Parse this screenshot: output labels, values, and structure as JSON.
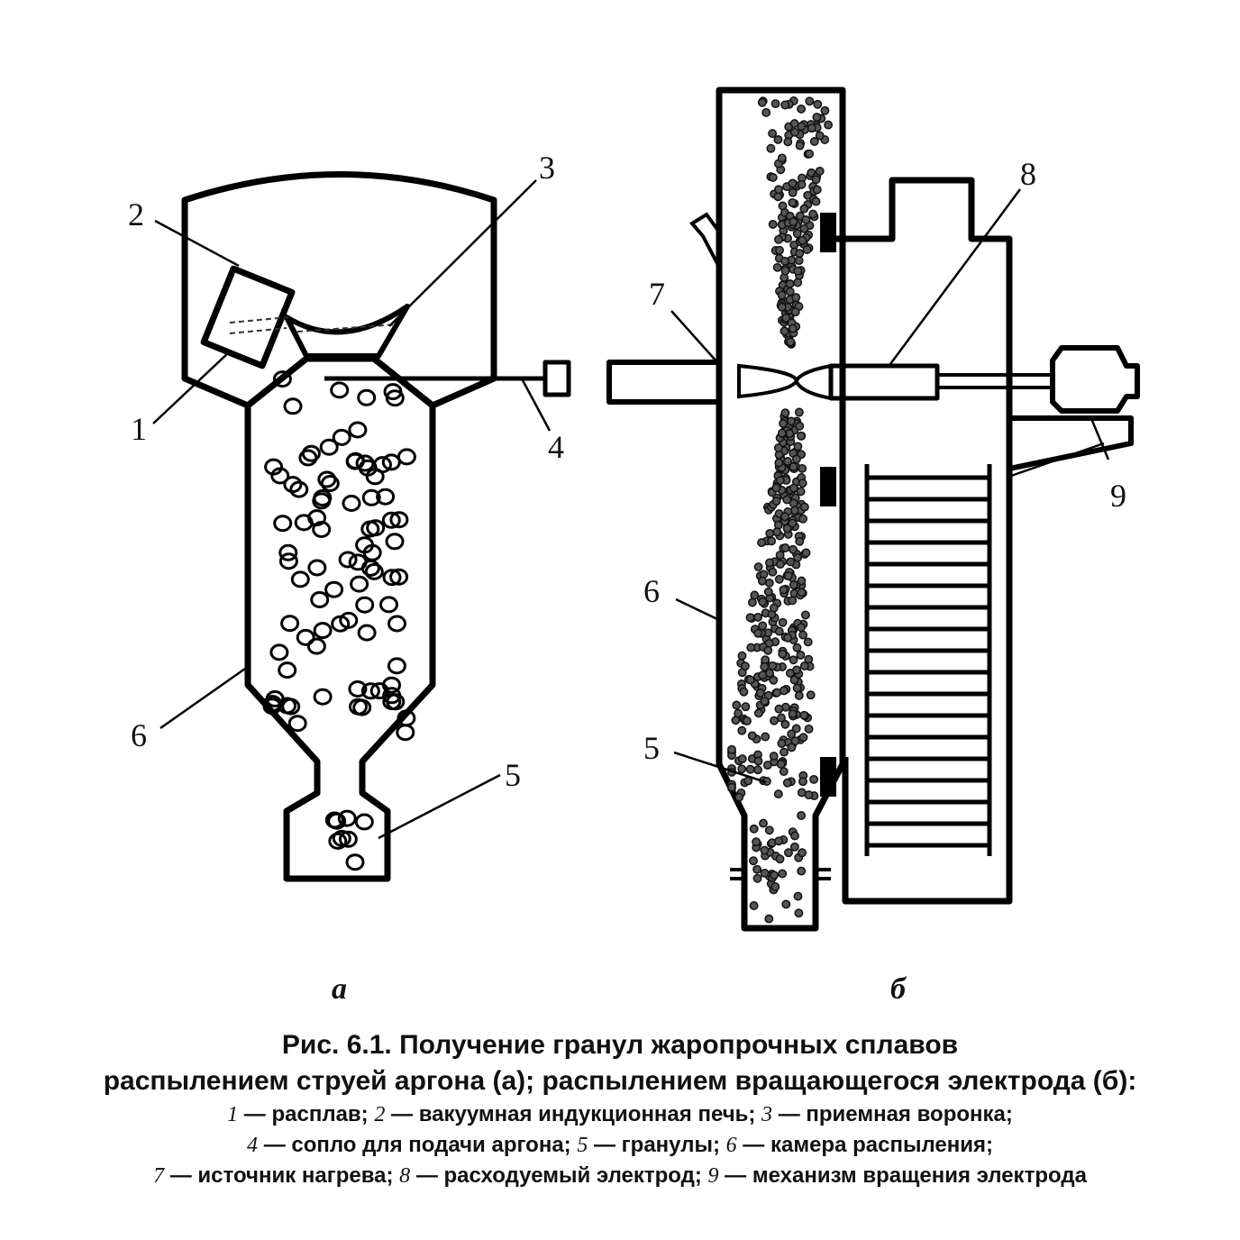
{
  "figure": {
    "part_a_letter": "а",
    "part_b_letter": "б",
    "part_a_callouts": [
      "1",
      "2",
      "3",
      "4",
      "5",
      "6"
    ],
    "part_b_callouts": [
      "5",
      "6",
      "7",
      "8",
      "9"
    ]
  },
  "caption": {
    "fig_no": "Рис. 6.1.",
    "title_line1": "Получение гранул жаропрочных сплавов",
    "title_line2": "распылением струей аргона (а); распылением вращающегося электрода (б):",
    "legend": [
      {
        "num": "1",
        "text": "расплав;"
      },
      {
        "num": "2",
        "text": "вакуумная индукционная печь;"
      },
      {
        "num": "3",
        "text": "приемная воронка;"
      },
      {
        "num": "4",
        "text": "сопло для подачи аргона;"
      },
      {
        "num": "5",
        "text": "гранулы;"
      },
      {
        "num": "6",
        "text": "камера распыления;"
      },
      {
        "num": "7",
        "text": "источник нагрева;"
      },
      {
        "num": "8",
        "text": "расходуемый электрод;"
      },
      {
        "num": "9",
        "text": "механизм вращения электрода"
      }
    ]
  }
}
